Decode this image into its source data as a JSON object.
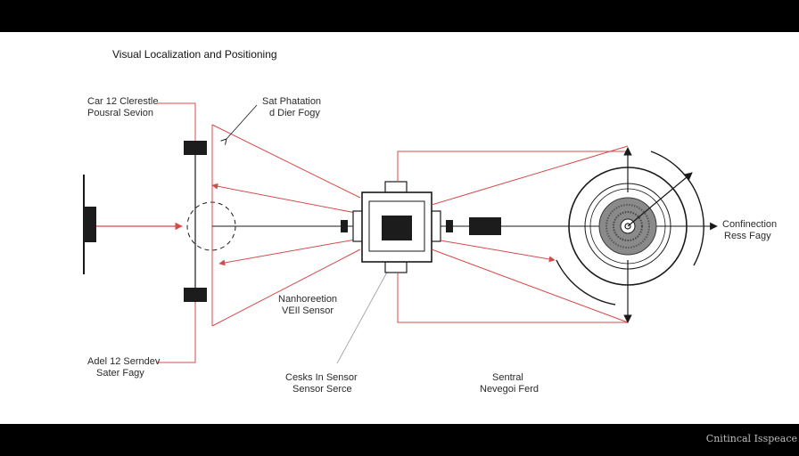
{
  "title": "Visual Localization and Positioning",
  "labels": {
    "top_left": [
      "Car 12 Clerestle",
      "Pousral Sevion"
    ],
    "top_center": [
      "Sat Phatation",
      "d Dier Fogy"
    ],
    "mid_center": [
      "Nanhoreetion",
      "VEIl Sensor"
    ],
    "bottom_left": [
      "Adel 12 Serndev",
      "Sater Fagy"
    ],
    "bottom_center": [
      "Cesks In Sensor",
      "Sensor Serce"
    ],
    "bottom_right": [
      "Sentral",
      "Nevegoi Ferd"
    ],
    "right": [
      "Confinection",
      "Ress Fagy"
    ]
  },
  "watermark": "Cnitincal Isspeace",
  "colors": {
    "ray": "#d84a4a",
    "line": "#1a1a1a",
    "dark": "#1c1c1c",
    "background": "#ffffff",
    "letterbox": "#000000"
  }
}
